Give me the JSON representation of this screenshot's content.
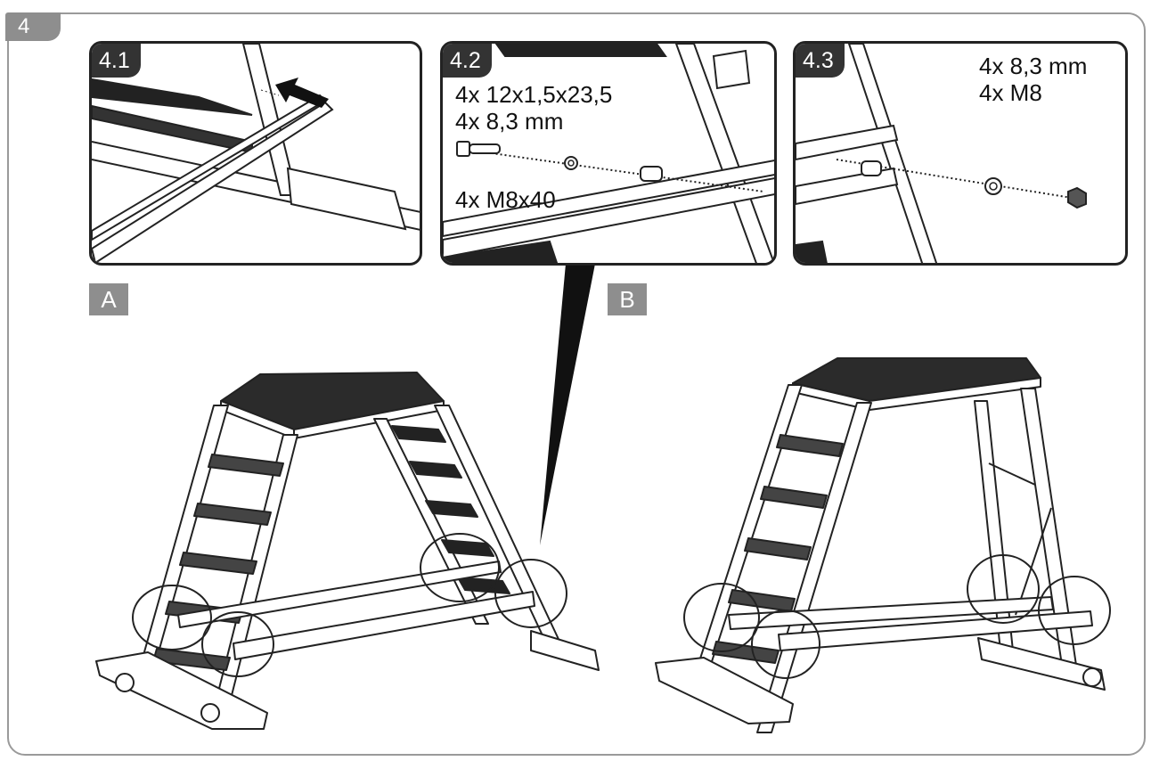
{
  "step": {
    "number": "4"
  },
  "panels": [
    {
      "id": "4.1",
      "texts": []
    },
    {
      "id": "4.2",
      "texts": [
        "4x 12x1,5x23,5",
        "4x 8,3 mm",
        "4x M8x40"
      ]
    },
    {
      "id": "4.3",
      "texts": [
        "4x 8,3 mm",
        "4x M8"
      ]
    }
  ],
  "views": [
    {
      "label": "A"
    },
    {
      "label": "B"
    }
  ],
  "colors": {
    "frame": "#9a9a9a",
    "tag": "#8e8e8e",
    "panel_tag": "#333333",
    "line": "#222222"
  }
}
